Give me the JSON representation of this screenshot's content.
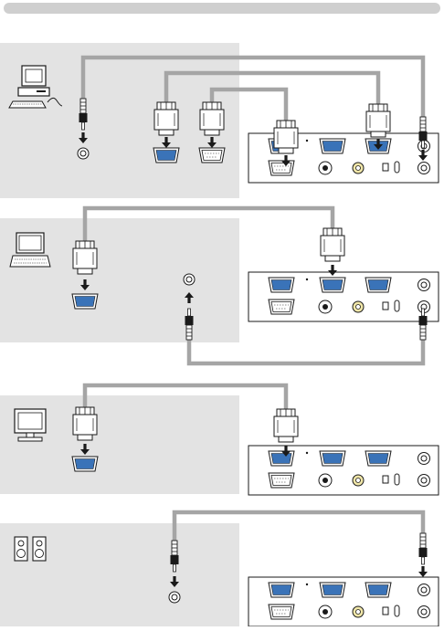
{
  "header": {
    "title": ""
  },
  "panels": [
    {
      "device": "computer",
      "connections": [
        "rgb1",
        "rgb2",
        "control",
        "audio"
      ]
    },
    {
      "device": "laptop",
      "connections": [
        "rgb",
        "audio"
      ]
    },
    {
      "device": "monitor",
      "connections": [
        "rgb-out"
      ]
    },
    {
      "device": "speakers",
      "connections": [
        "audio-out"
      ]
    }
  ],
  "colors": {
    "panel_bg": "#e3e3e3",
    "header_bar": "#cfcfcf",
    "cable": "#a5a5a5",
    "connector_fill": "#ffffff",
    "port_fill": "#3a73b8",
    "line": "#1a1a1a"
  },
  "icons": [
    "computer-icon",
    "laptop-icon",
    "monitor-icon",
    "speaker-icon",
    "vga-plug-icon",
    "audio-plug-icon",
    "arrow-icon"
  ]
}
